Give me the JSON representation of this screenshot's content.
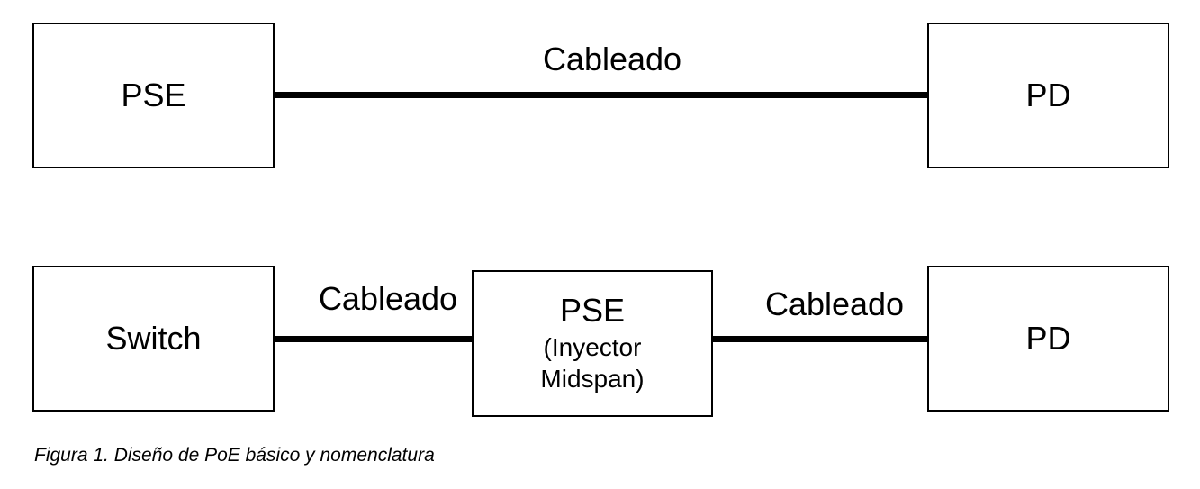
{
  "diagram": {
    "row1": {
      "left_box": "PSE",
      "cable_label": "Cableado",
      "right_box": "PD"
    },
    "row2": {
      "left_box": "Switch",
      "cable_label_left": "Cableado",
      "middle_box": {
        "title": "PSE",
        "subtitle_line1": "(Inyector",
        "subtitle_line2": "Midspan)"
      },
      "cable_label_right": "Cableado",
      "right_box": "PD"
    },
    "caption": "Figura 1. Diseño de PoE básico y nomenclatura"
  }
}
